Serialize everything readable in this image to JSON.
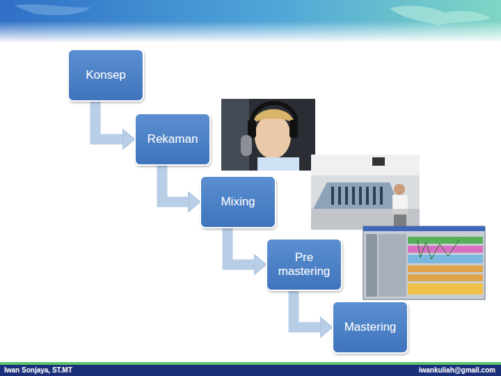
{
  "diagram": {
    "nodes": [
      {
        "text": [
          "Konsep"
        ]
      },
      {
        "text": [
          "Rekaman"
        ]
      },
      {
        "text": [
          "Mixing"
        ]
      },
      {
        "text": [
          "Pre mastering"
        ]
      },
      {
        "text": [
          "Mastering"
        ]
      }
    ],
    "edges": [
      {
        "from": 0,
        "to": 1,
        "arrow": "to"
      },
      {
        "from": 1,
        "to": 2,
        "arrow": "to"
      },
      {
        "from": 2,
        "to": 3,
        "arrow": "to"
      },
      {
        "from": 3,
        "to": 4,
        "arrow": "to"
      }
    ],
    "labels": [
      "Iwan Sonjaya, ST.MT",
      "iwankuliah@gmail.com"
    ]
  }
}
